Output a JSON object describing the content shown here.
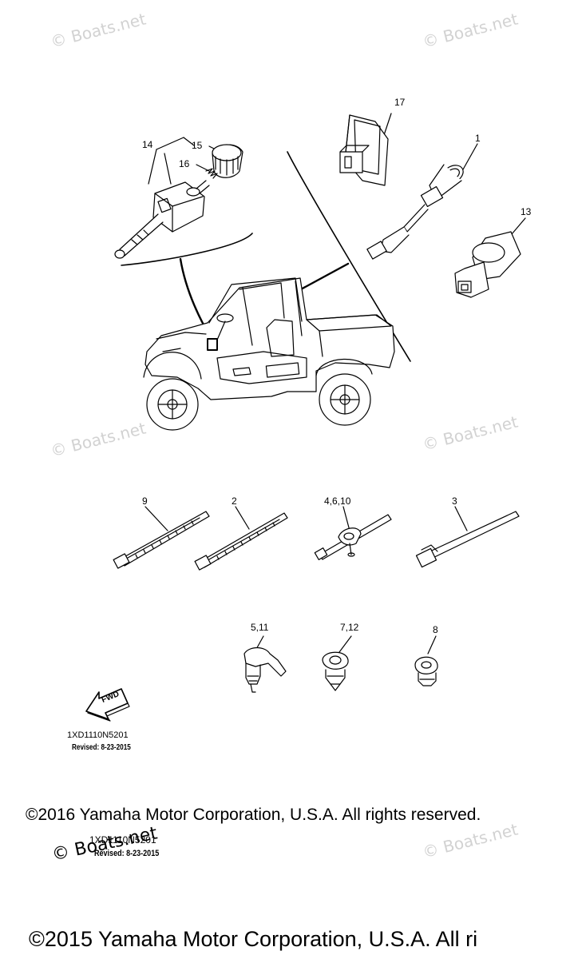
{
  "watermark": "© Boats.net",
  "callouts": {
    "c14": "14",
    "c15": "15",
    "c16": "16",
    "c17": "17",
    "c1": "1",
    "c13": "13",
    "c9": "9",
    "c2": "2",
    "c4610": "4,6,10",
    "c3": "3",
    "c511": "5,11",
    "c712": "7,12",
    "c8": "8"
  },
  "fwd_label": "FWD",
  "diagram_code": "1XD1110N5201",
  "revised": "Revised: 8-23-2015",
  "copyright_2016": "©2016 Yamaha Motor Corporation, U.S.A. All rights reserved.",
  "copyright_2015": "©2015 Yamaha Motor Corporation, U.S.A. All ri",
  "overlay_code": "1XD1110N5201",
  "overlay_revised": "Revised: 8-23-2015"
}
